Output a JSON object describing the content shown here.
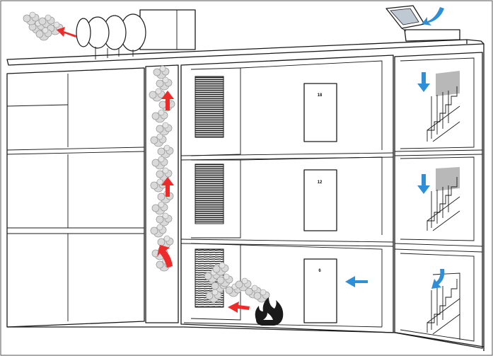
{
  "colors": {
    "line": "#1a1a1a",
    "smoke_fill": "#d9d9d9",
    "smoke_stroke": "#9a9a9a",
    "smoke_arrow": "#ee2b2b",
    "air_arrow": "#2f8fd6",
    "fire": "#1a1a1a",
    "stair_shade": "#b8b8b8",
    "vent_hatch": "#1a1a1a"
  },
  "doors": [
    {
      "floor": "top",
      "number": "18"
    },
    {
      "floor": "middle",
      "number": "12"
    },
    {
      "floor": "bottom",
      "number": "6"
    }
  ],
  "icons": {
    "fire": "fire-icon",
    "smoke": "smoke-cloud-icon",
    "smoke_direction": "red-arrow-icon",
    "fresh_air_direction": "blue-arrow-icon",
    "roof_fan": "exhaust-fan-icon",
    "roof_hatch": "roof-hatch-icon"
  }
}
